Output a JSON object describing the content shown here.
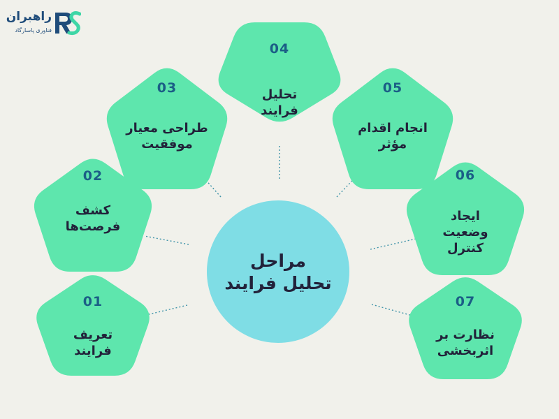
{
  "logo": {
    "name": "راهبران",
    "tagline": "فناوری پاسارگاد",
    "mark_text": "RS",
    "colors": {
      "r": "#1f4c7a",
      "s": "#3ed6a6"
    }
  },
  "center": {
    "title": "مراحل\nتحلیل فرایند"
  },
  "stages": [
    {
      "number": "01",
      "label": "تعریف\nفرایند"
    },
    {
      "number": "02",
      "label": "کشف\nفرصت‌ها"
    },
    {
      "number": "03",
      "label": "طراحی معیار\nموفقیت"
    },
    {
      "number": "04",
      "label": "تحلیل\nفرایند"
    },
    {
      "number": "05",
      "label": "انجام اقدام\nمؤثر"
    },
    {
      "number": "06",
      "label": "ایجاد\nوضعیت\nکنترل"
    },
    {
      "number": "07",
      "label": "نظارت بر\nاثربخشی"
    }
  ],
  "colors": {
    "background": "#f1f1eb",
    "pentagon": "#5ee6ad",
    "hub": "#7fdde5",
    "number": "#1b5e86",
    "text": "#22223a"
  }
}
